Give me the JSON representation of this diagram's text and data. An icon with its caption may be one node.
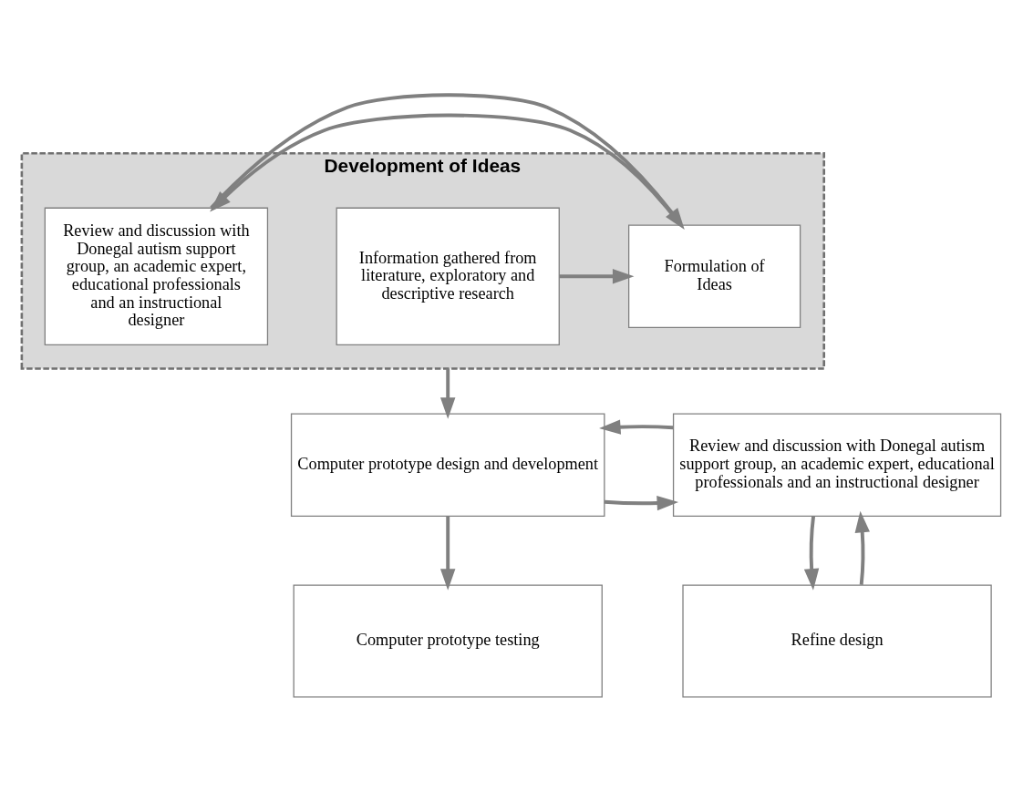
{
  "diagram": {
    "nodes": [
      {
        "text": [
          "Development of Ideas"
        ]
      },
      {
        "text": [
          "Information gathered from literature, exploratory and descriptive research"
        ],
        "in": 0
      },
      {
        "text": [
          "Formulation of Ideas"
        ],
        "in": 0
      },
      {
        "text": [
          "Review and discussion with Donegal autism support group, an academic expert, educational professionals and an instructional designer"
        ],
        "in": 0
      },
      {
        "text": [
          "Computer prototype design and development"
        ]
      },
      {
        "text": [
          "Review and discussion with Donegal autism support group, an academic expert, educational professionals and an instructional designer"
        ]
      },
      {
        "text": [
          "Computer prototype testing"
        ]
      },
      {
        "text": [
          "Refine design"
        ]
      }
    ],
    "edges": [
      {
        "from": 1,
        "to": 2,
        "arrow": "to"
      },
      {
        "from": 2,
        "to": 3,
        "arrow": "to"
      },
      {
        "from": 3,
        "to": 2,
        "arrow": "to"
      },
      {
        "from": 0,
        "to": 4,
        "arrow": "to"
      },
      {
        "from": 4,
        "to": 5,
        "arrow": "to"
      },
      {
        "from": 5,
        "to": 4,
        "arrow": "to"
      },
      {
        "from": 4,
        "to": 6,
        "arrow": "to"
      },
      {
        "from": 7,
        "to": 5,
        "arrow": "to"
      },
      {
        "from": 5,
        "to": 7,
        "arrow": "to"
      }
    ]
  }
}
